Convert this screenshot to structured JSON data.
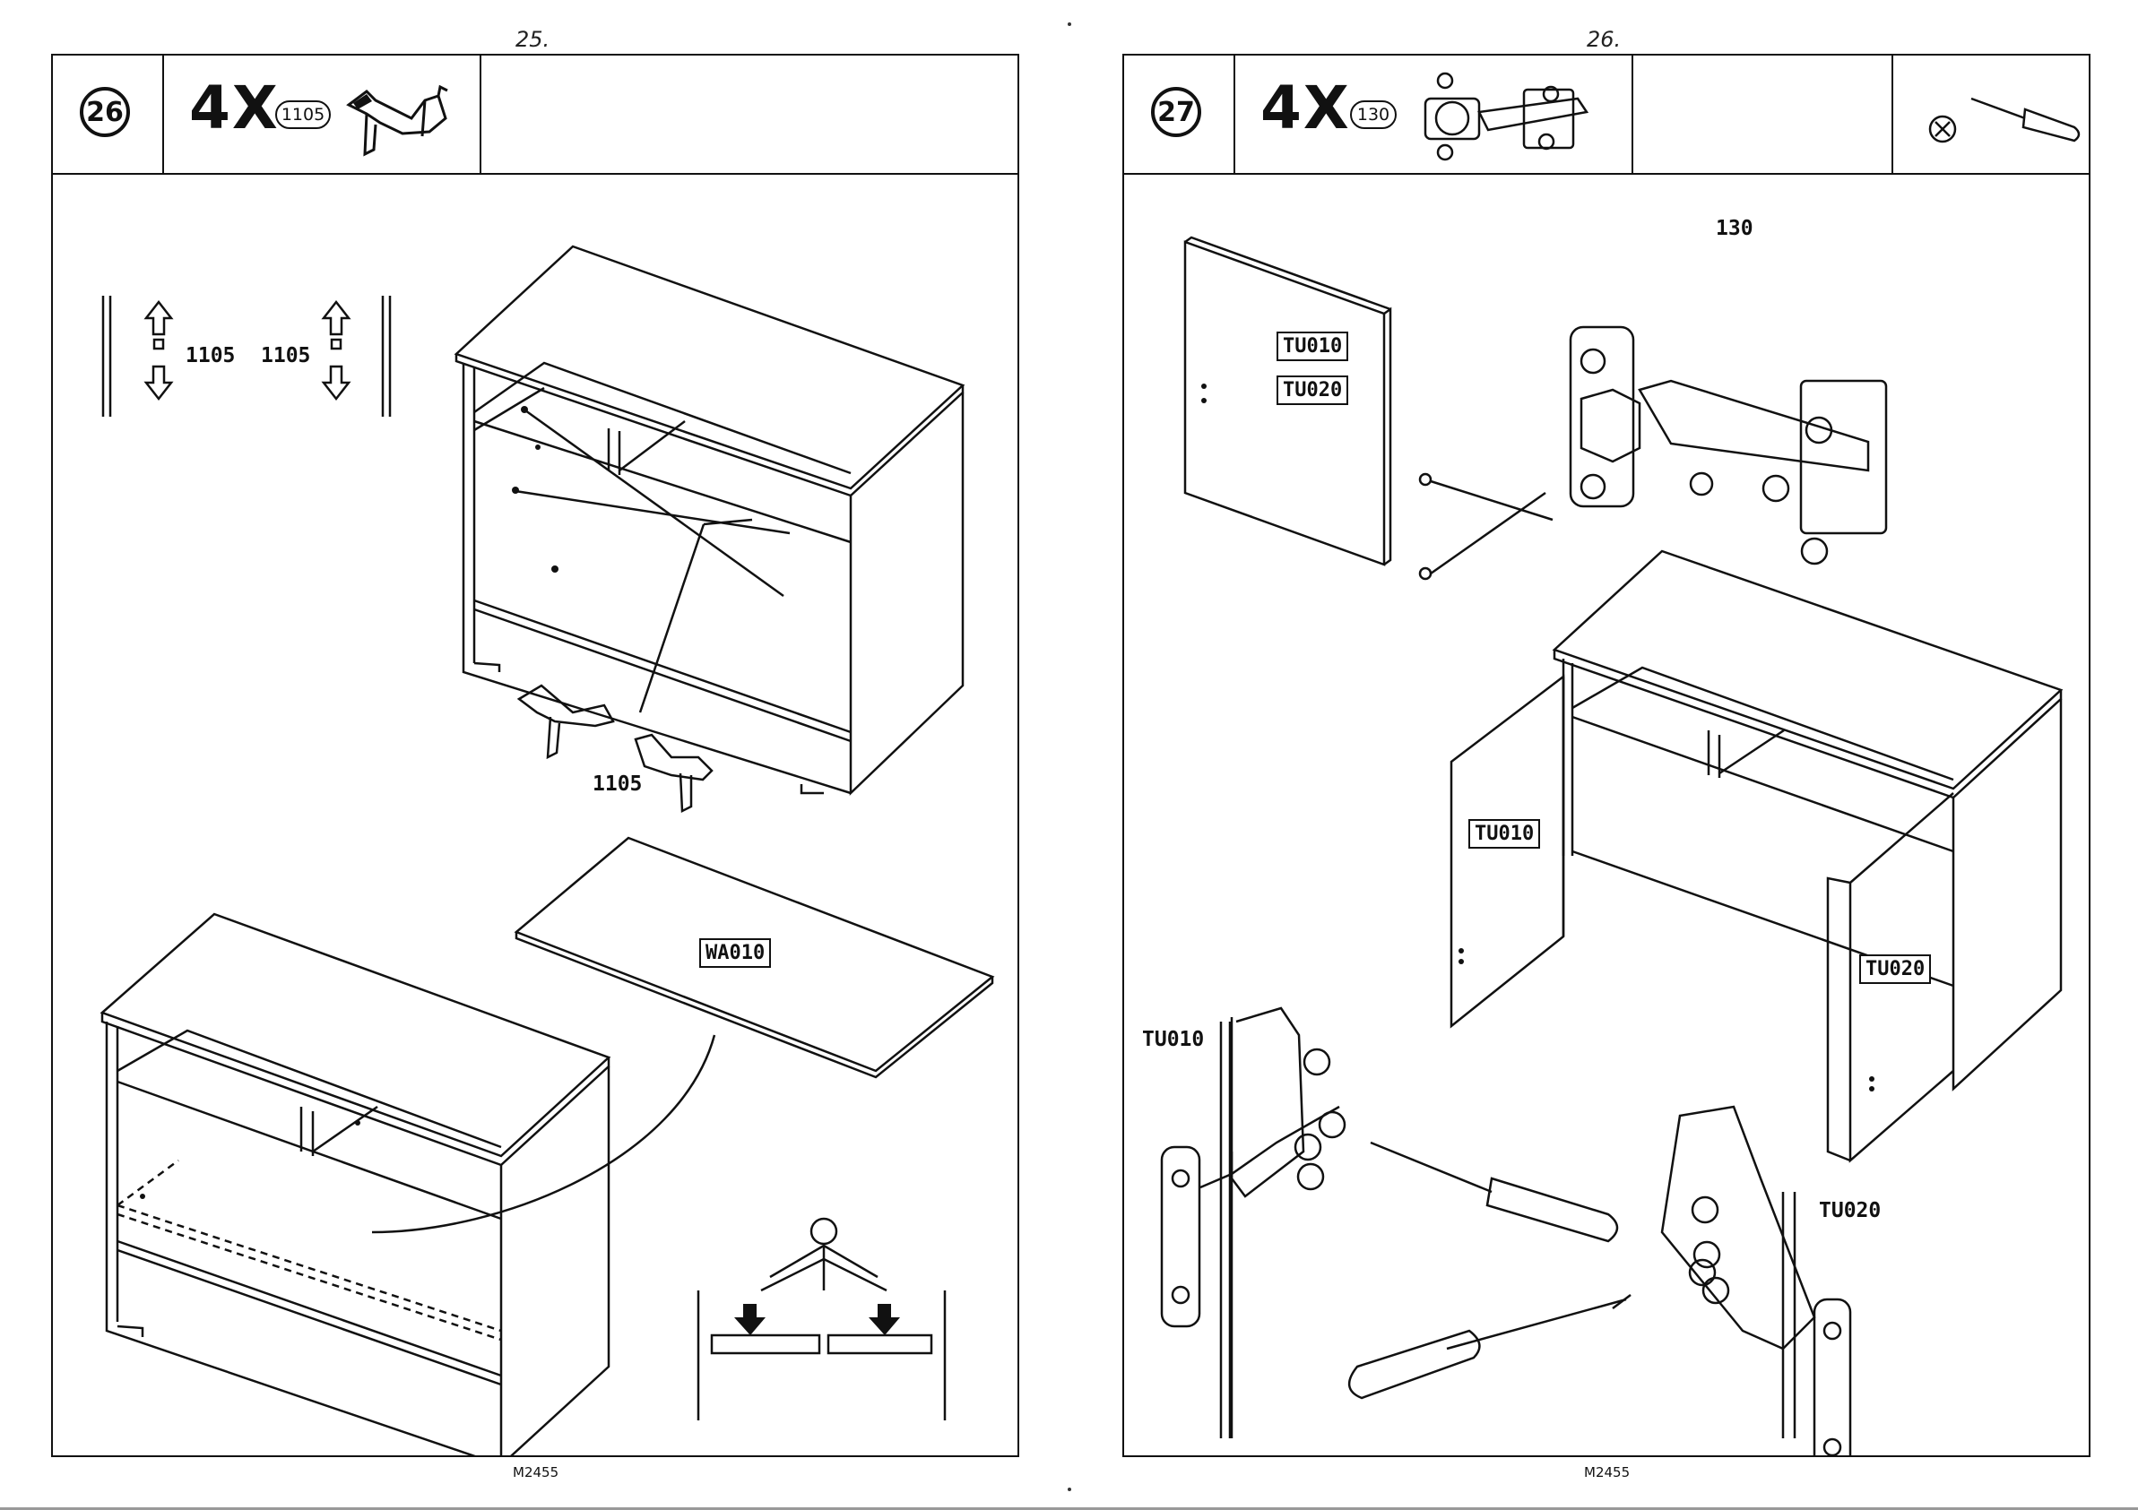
{
  "pages": [
    {
      "page_number": "25.",
      "footer": "M2455",
      "step": "26",
      "quantity": "4X",
      "part_number": "1105",
      "labels": {
        "left_part": "1105",
        "right_part": "1105",
        "loose_part": "1105",
        "shelf": "WA010"
      }
    },
    {
      "page_number": "26.",
      "footer": "M2455",
      "step": "27",
      "quantity": "4X",
      "part_number": "130",
      "labels": {
        "hinge": "130",
        "door_top": "TU010",
        "door_bottom": "TU020",
        "open_left_door": "TU010",
        "open_right_door": "TU020",
        "detail_left": "TU010",
        "detail_right": "TU020"
      }
    }
  ]
}
